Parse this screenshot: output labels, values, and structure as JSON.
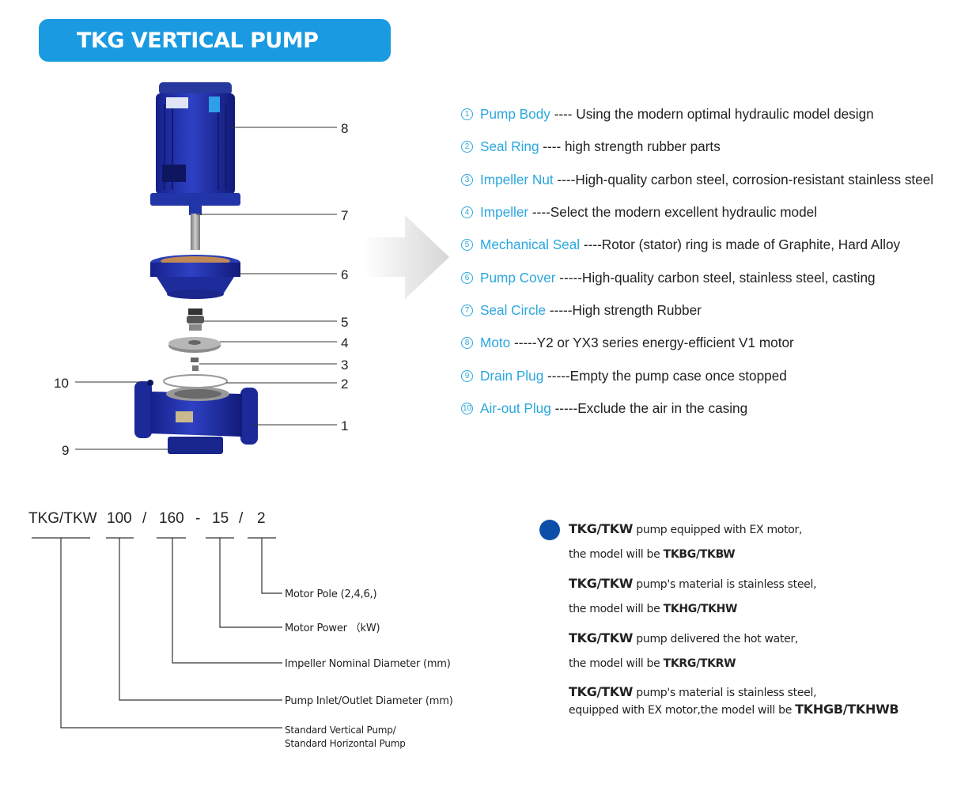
{
  "title": "TKG VERTICAL PUMP",
  "callouts": [
    "8",
    "7",
    "6",
    "5",
    "4",
    "3",
    "2",
    "1",
    "10",
    "9"
  ],
  "parts": [
    {
      "num": "1",
      "name": "Pump Body",
      "desc": " ---- Using the modern optimal hydraulic model design"
    },
    {
      "num": "2",
      "name": "Seal Ring",
      "desc": " ---- high strength rubber parts"
    },
    {
      "num": "3",
      "name": "Impeller Nut",
      "desc": " ----High-quality carbon steel, corrosion-resistant stainless steel"
    },
    {
      "num": "4",
      "name": "Impeller",
      "desc": " ----Select the modern excellent hydraulic model"
    },
    {
      "num": "5",
      "name": "Mechanical Seal",
      "desc": " ----Rotor (stator) ring is made of Graphite, Hard Alloy"
    },
    {
      "num": "6",
      "name": "Pump Cover",
      "desc": " -----High-quality carbon steel, stainless steel, casting"
    },
    {
      "num": "7",
      "name": "Seal Circle",
      "desc": " -----High strength Rubber"
    },
    {
      "num": "8",
      "name": "Moto",
      "desc": " -----Y2 or YX3 series energy-efficient V1 motor"
    },
    {
      "num": "9",
      "name": "Drain Plug",
      "desc": " -----Empty the pump case once stopped"
    },
    {
      "num": "10",
      "name": "Air-out Plug",
      "desc": " -----Exclude the air in the casing"
    }
  ],
  "model": {
    "code": [
      "TKG/TKW",
      "100",
      "/",
      "160",
      "-",
      "15",
      "/",
      "2"
    ],
    "labels": {
      "pole": "Motor Pole (2,4,6,)",
      "power": "Motor Power （kW)",
      "impeller": "Impeller Nominal Diameter (mm)",
      "inlet": "Pump Inlet/Outlet Diameter (mm)",
      "standard_1": "Standard Vertical Pump/",
      "standard_2": "Standard  Horizontal Pump"
    }
  },
  "notes": [
    {
      "model": "TKG/TKW",
      "text": " pump equipped with EX motor,"
    },
    {
      "prefix": "the model will be ",
      "result": "TKBG/TKBW"
    },
    {
      "model": "TKG/TKW",
      "text": " pump's material is stainless steel,"
    },
    {
      "prefix": "the model will be ",
      "result": "TKHG/TKHW"
    },
    {
      "model": "TKG/TKW",
      "text": " pump delivered the hot water,"
    },
    {
      "prefix": "the model will be ",
      "result": "TKRG/TKRW"
    },
    {
      "model": "TKG/TKW",
      "text": " pump's material is stainless steel,"
    },
    {
      "prefix": "equipped with EX motor,the model will be ",
      "result": "TKHGB/TKHWB"
    }
  ],
  "colors": {
    "accent": "#1a9ae0",
    "part_name": "#2aa7de",
    "pump_blue": "#1e2fa0",
    "dot": "#0d4fa8"
  }
}
